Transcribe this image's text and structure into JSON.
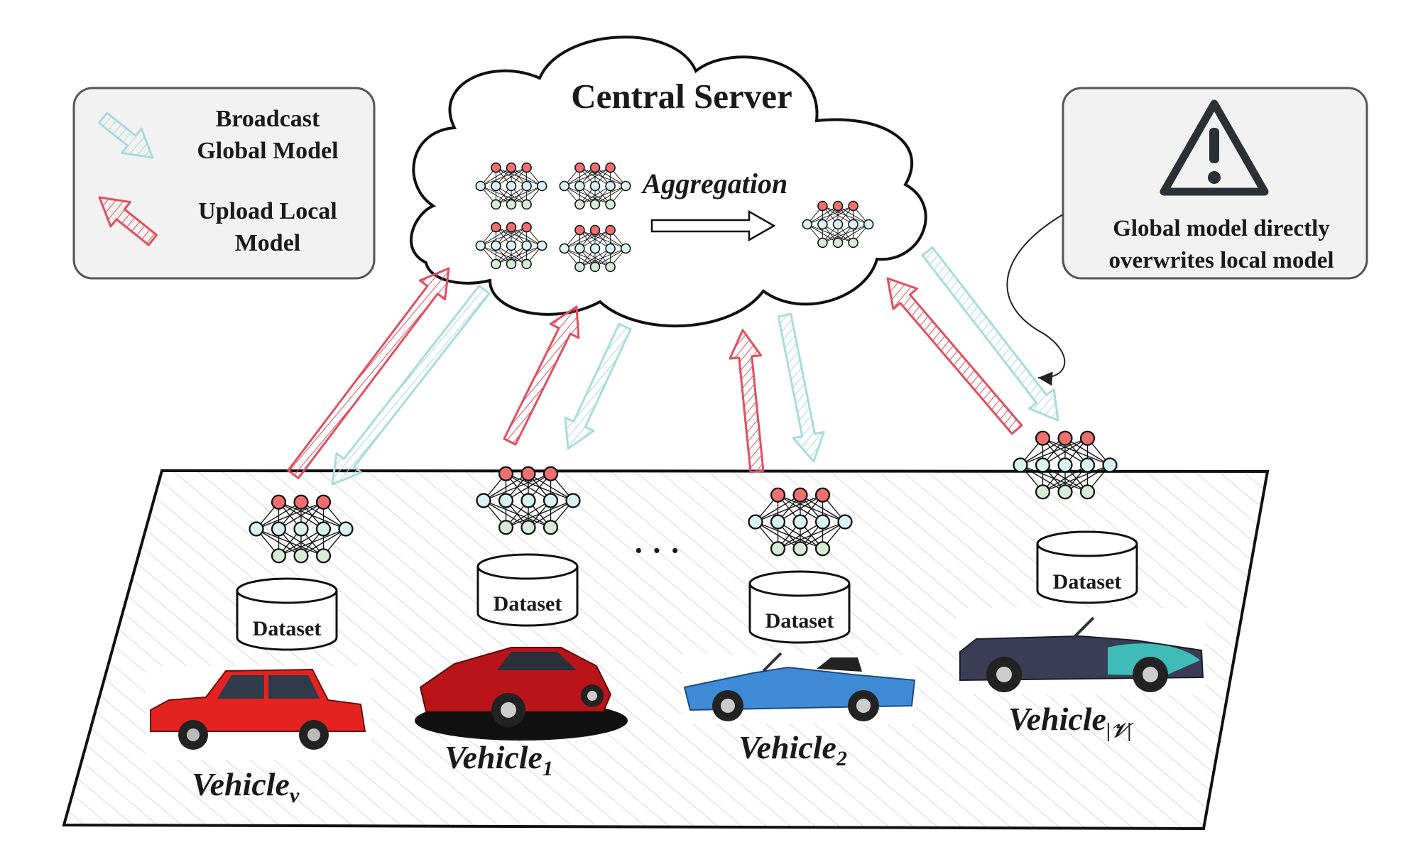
{
  "server": {
    "title": "Central Server",
    "aggregation_label": "Aggregation"
  },
  "legend": {
    "broadcast_line1": "Broadcast",
    "broadcast_line2": "Global Model",
    "upload_line1": "Upload Local",
    "upload_line2": "Model"
  },
  "warning": {
    "line1": "Global model directly",
    "line2": "overwrites local model"
  },
  "dataset_label": "Dataset",
  "ellipsis": "· · ·",
  "vehicles": [
    {
      "base": "Vehicle",
      "sub": "v",
      "color": "red-sedan"
    },
    {
      "base": "Vehicle",
      "sub": "1",
      "color": "red-sports-car"
    },
    {
      "base": "Vehicle",
      "sub": "2",
      "color": "blue-convertible"
    },
    {
      "base": "Vehicle",
      "sub": "|𝒱|",
      "color": "dark-roadster"
    }
  ],
  "colors": {
    "upload": "#e0505e",
    "broadcast": "#a9dcdc",
    "node_red": "#f07070",
    "node_blue": "#d9f3f5",
    "node_green": "#d7ecd6"
  }
}
